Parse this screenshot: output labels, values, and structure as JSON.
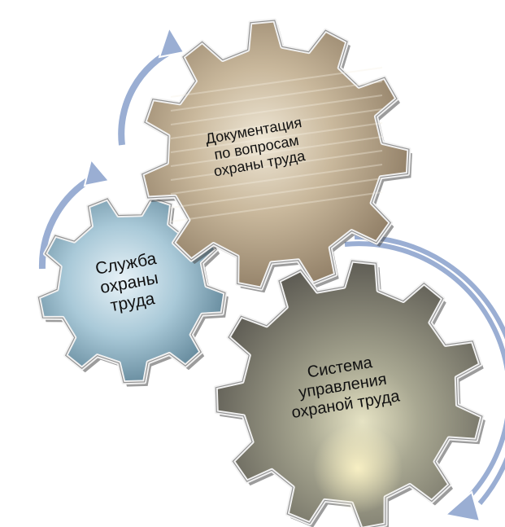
{
  "diagram": {
    "gears": [
      {
        "id": "docs",
        "lines": [
          "Документация",
          "по вопросам",
          "охраны труда"
        ]
      },
      {
        "id": "service",
        "lines": [
          "Служба",
          "охраны",
          "труда"
        ]
      },
      {
        "id": "system",
        "lines": [
          "Система",
          "управления",
          "охраной труда"
        ]
      }
    ]
  },
  "colors": {
    "arrow_fill": "#9aaed3",
    "arrow_stroke": "#ffffff",
    "gear_rim": "#4a4a4a",
    "gear_highlight": "#f2f2f2",
    "docs_tone": "#b7a488",
    "service_tone": "#8fb4c8",
    "system_tone": "#8c8c80",
    "label_text": "#111111"
  }
}
